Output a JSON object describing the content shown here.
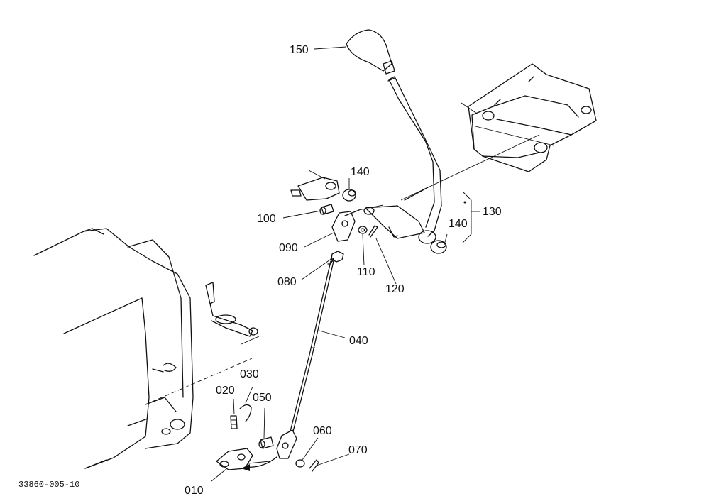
{
  "diagram": {
    "figure_code": "33860-005-10",
    "part_labels": {
      "p010": "010",
      "p020": "020",
      "p030": "030",
      "p040": "040",
      "p050": "050",
      "p060": "060",
      "p070": "070",
      "p080": "080",
      "p090": "090",
      "p100": "100",
      "p110": "110",
      "p120": "120",
      "p130": "130",
      "p140a": "140",
      "p140b": "140",
      "p150": "150"
    }
  }
}
